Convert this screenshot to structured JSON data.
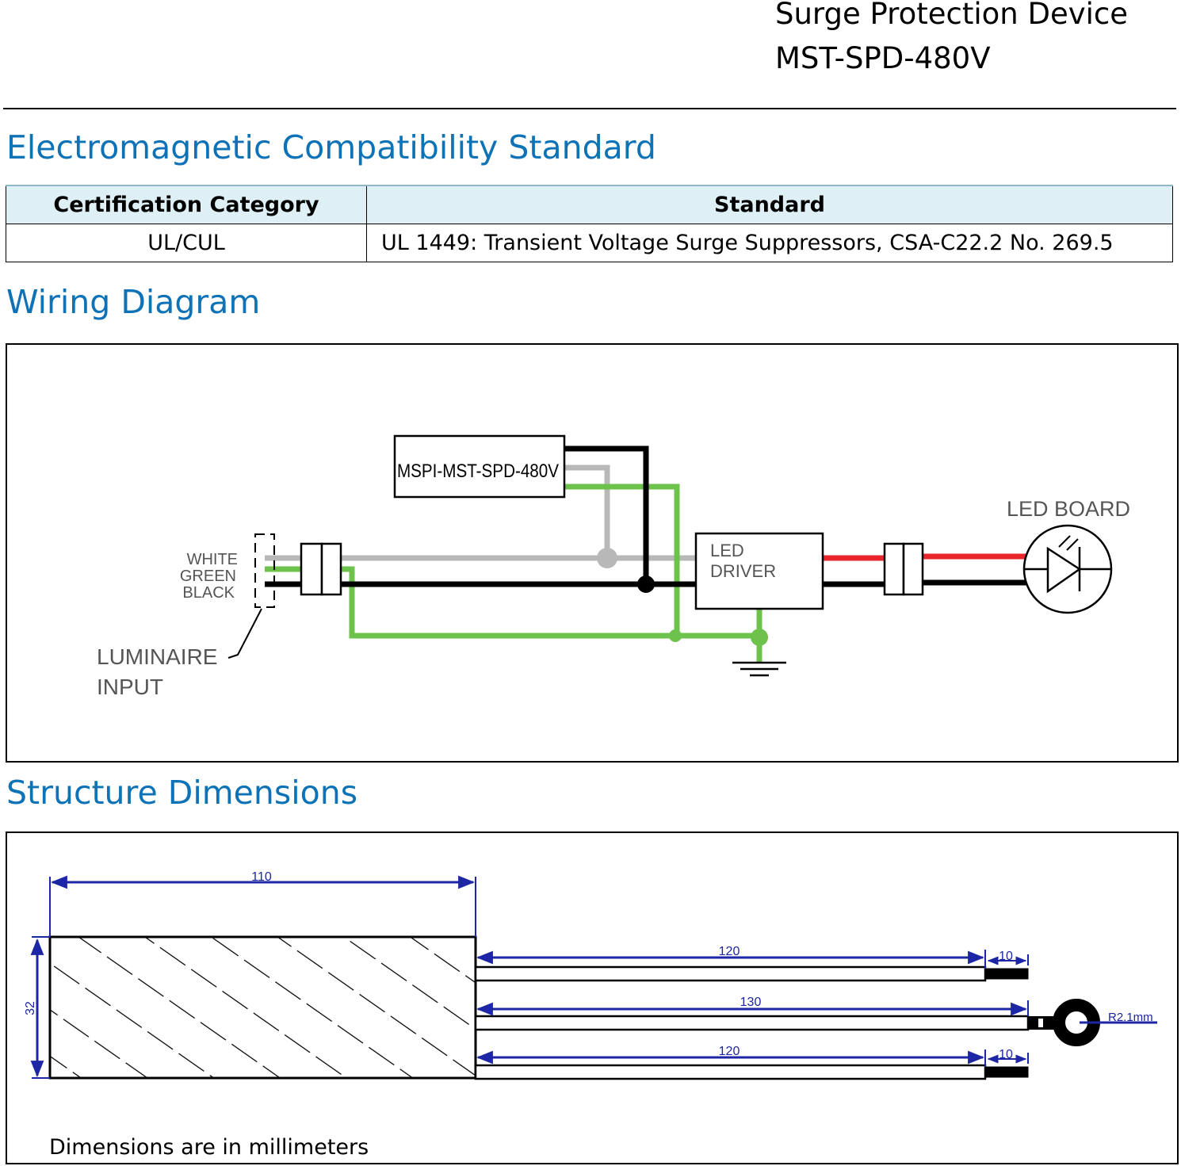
{
  "header": {
    "line1": "Surge Protection Device",
    "line2": "MST-SPD-480V"
  },
  "sections": {
    "emc": "Electromagnetic Compatibility Standard",
    "wiring": "Wiring Diagram",
    "structure": "Structure Dimensions"
  },
  "table": {
    "headers": [
      "Certification Category",
      "Standard"
    ],
    "rows": [
      [
        "UL/CUL",
        "UL 1449: Transient Voltage Surge Suppressors, CSA-C22.2 No. 269.5"
      ]
    ]
  },
  "wiring": {
    "device_label": "MSPI-MST-SPD-480V",
    "wire_white": "WHITE",
    "wire_green": "GREEN",
    "wire_black": "BLACK",
    "luminaire_line1": "LUMINAIRE",
    "luminaire_line2": "INPUT",
    "driver_line1": "LED",
    "driver_line2": "DRIVER",
    "led_board": "LED BOARD",
    "colors": {
      "white_wire": "#b8b8b8",
      "green_wire": "#6cc24a",
      "black_wire": "#000000",
      "red_wire": "#e8262b",
      "heading_blue": "#0e72b6"
    }
  },
  "dimensions": {
    "body_length": "110",
    "body_height": "32",
    "wire_top": "120",
    "wire_middle": "130",
    "wire_bottom": "120",
    "strip_top": "10",
    "strip_bottom": "10",
    "ring_radius": "R2.1mm",
    "note": "Dimensions are in millimeters"
  }
}
